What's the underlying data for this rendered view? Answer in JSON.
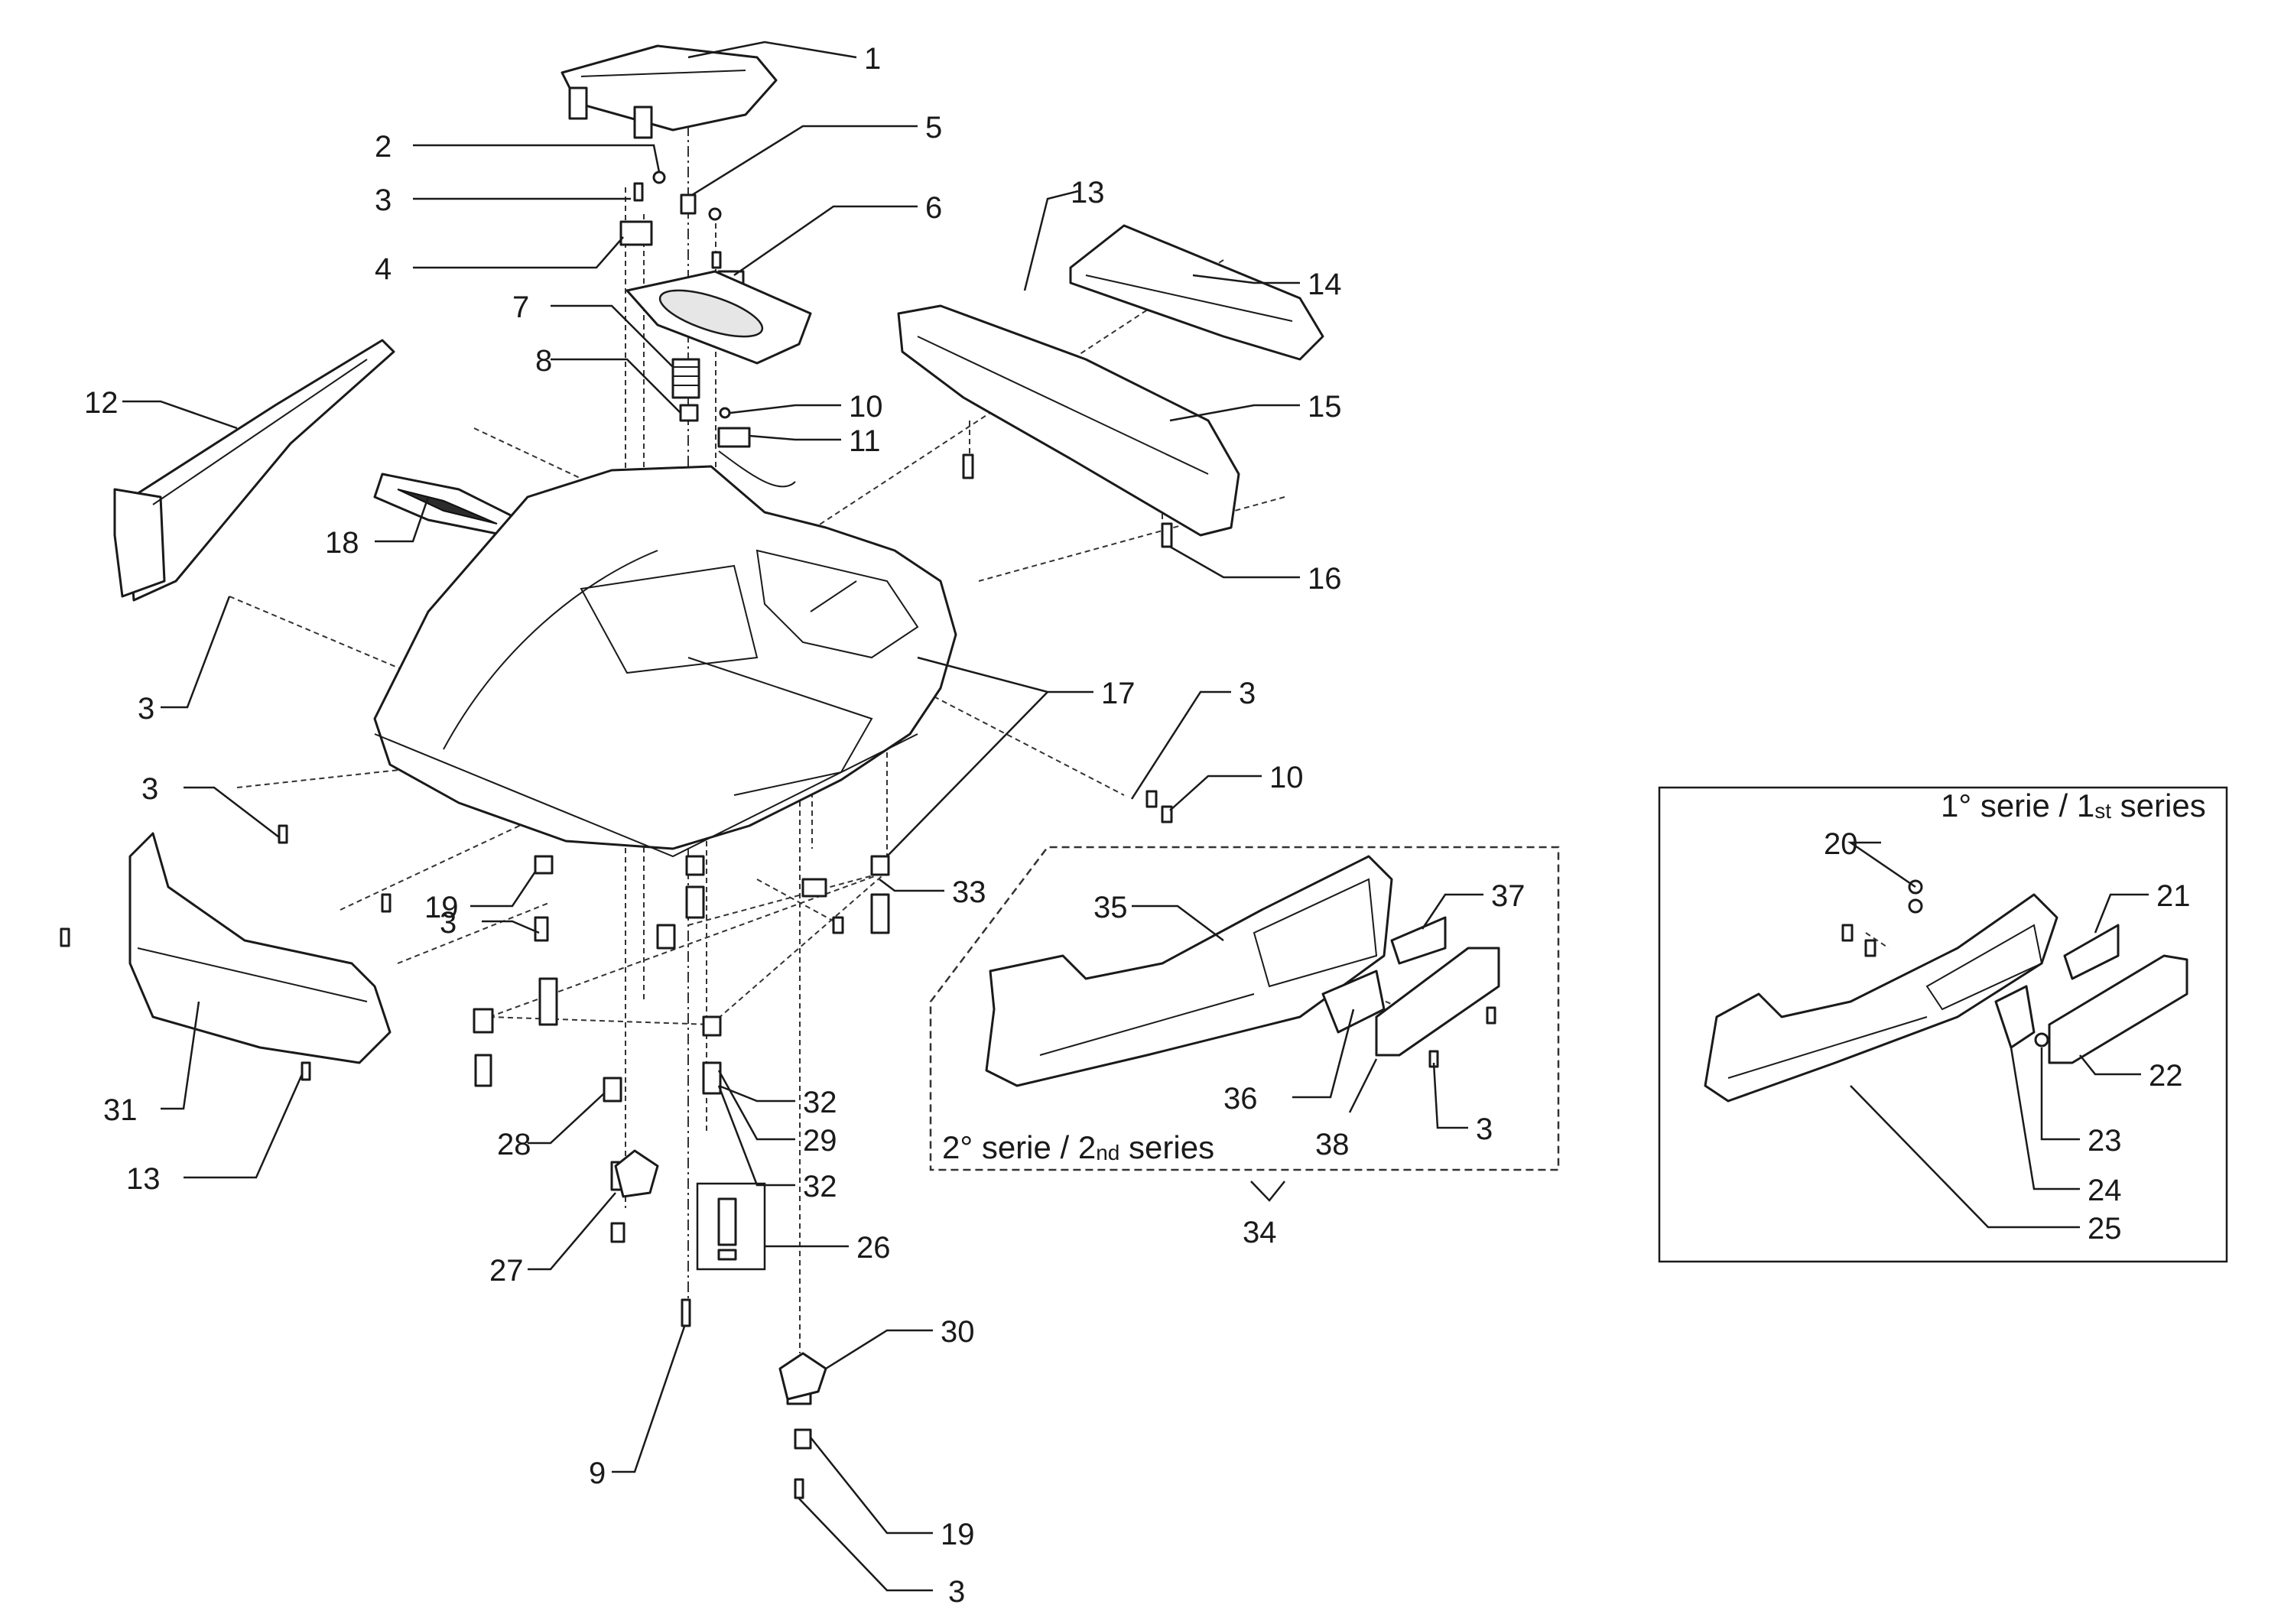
{
  "callouts": {
    "c1": "1",
    "c2": "2",
    "c3a": "3",
    "c4": "4",
    "c5": "5",
    "c6": "6",
    "c7": "7",
    "c8": "8",
    "c10a": "10",
    "c11": "11",
    "c12": "12",
    "c13a": "13",
    "c14": "14",
    "c15": "15",
    "c16": "16",
    "c17": "17",
    "c18": "18",
    "c3b": "3",
    "c3c": "3",
    "c3d": "3",
    "c10b": "10",
    "c19a": "19",
    "c3e": "3",
    "c33": "33",
    "c31": "31",
    "c13b": "13",
    "c28": "28",
    "c32a": "32",
    "c29": "29",
    "c32b": "32",
    "c27": "27",
    "c26": "26",
    "c30": "30",
    "c9": "9",
    "c19b": "19",
    "c3f": "3",
    "c35": "35",
    "c37": "37",
    "c36": "36",
    "c38": "38",
    "c3g": "3",
    "c34": "34",
    "c20": "20",
    "c21": "21",
    "c22": "22",
    "c23": "23",
    "c24": "24",
    "c25": "25"
  },
  "series_labels": {
    "second_main": "2° serie / 2",
    "second_sub": "nd",
    "second_tail": " series",
    "first_main": "1° serie / 1",
    "first_sub": "st",
    "first_tail": " series"
  },
  "colors": {
    "ink": "#1a1a1a",
    "paper": "#ffffff",
    "shade": "#e6e6e6"
  }
}
